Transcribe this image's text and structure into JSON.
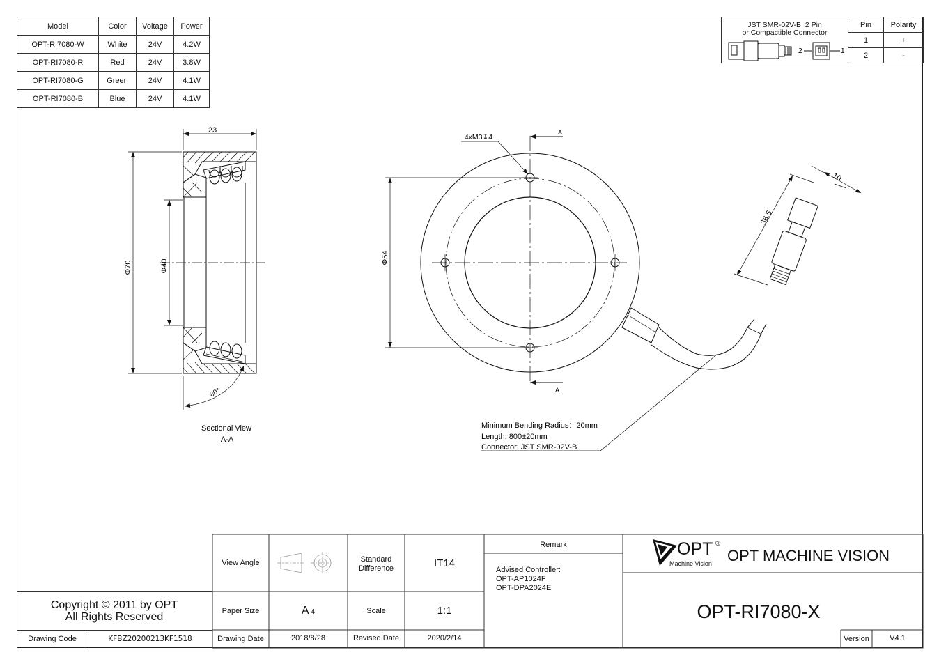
{
  "spec_table": {
    "headers": [
      "Model",
      "Color",
      "Voltage",
      "Power"
    ],
    "rows": [
      [
        "OPT-RI7080-W",
        "White",
        "24V",
        "4.2W"
      ],
      [
        "OPT-RI7080-R",
        "Red",
        "24V",
        "3.8W"
      ],
      [
        "OPT-RI7080-G",
        "Green",
        "24V",
        "4.1W"
      ],
      [
        "OPT-RI7080-B",
        "Blue",
        "24V",
        "4.1W"
      ]
    ]
  },
  "connector": {
    "title_line1": "JST SMR-02V-B, 2 Pin",
    "title_line2": "or Compactible Connector",
    "pin_label_left": "2",
    "pin_label_right": "1",
    "pin_headers": [
      "Pin",
      "Polarity"
    ],
    "pins": [
      [
        "1",
        "+"
      ],
      [
        "2",
        "-"
      ]
    ]
  },
  "section_view": {
    "dim_width": "23",
    "dim_outer_dia": "Φ70",
    "dim_inner_dia": "Φ40",
    "angle": "80°",
    "label_line1": "Sectional View",
    "label_line2": "A-A"
  },
  "front_view": {
    "hole_callout": "4xM3↧4",
    "section_mark": "A",
    "dim_pcd": "Φ54",
    "dim_connector_width": "10",
    "dim_connector_length": "36.5",
    "note_line1": "Minimum Bending Radius：20mm",
    "note_line2": "Length: 800±20mm",
    "note_line3": "Connector: JST SMR-02V-B"
  },
  "title_block": {
    "view_angle_label": "View Angle",
    "standard_difference_label": "Standard Difference",
    "standard_difference_value": "IT14",
    "remark_label": "Remark",
    "remark_line1": "Advised Controller:",
    "remark_line2": "OPT-AP1024F",
    "remark_line3": "OPT-DPA2024E",
    "logo_text": "OPT",
    "logo_reg": "®",
    "logo_sub": "Machine Vision",
    "company": "OPT MACHINE VISION",
    "paper_size_label": "Paper Size",
    "paper_size_value": "A",
    "paper_size_sub": "4",
    "scale_label": "Scale",
    "scale_value": "1:1",
    "part_number": "OPT-RI7080-X",
    "drawing_date_label": "Drawing Date",
    "drawing_date_value": "2018/8/28",
    "revised_date_label": "Revised Date",
    "revised_date_value": "2020/2/14",
    "version_label": "Version",
    "version_value": "V4.1",
    "copyright_line1": "Copyright © 2011 by OPT",
    "copyright_line2": "All Rights Reserved",
    "drawing_code_label": "Drawing Code",
    "drawing_code_value": "KFBZ20200213KF1518"
  }
}
